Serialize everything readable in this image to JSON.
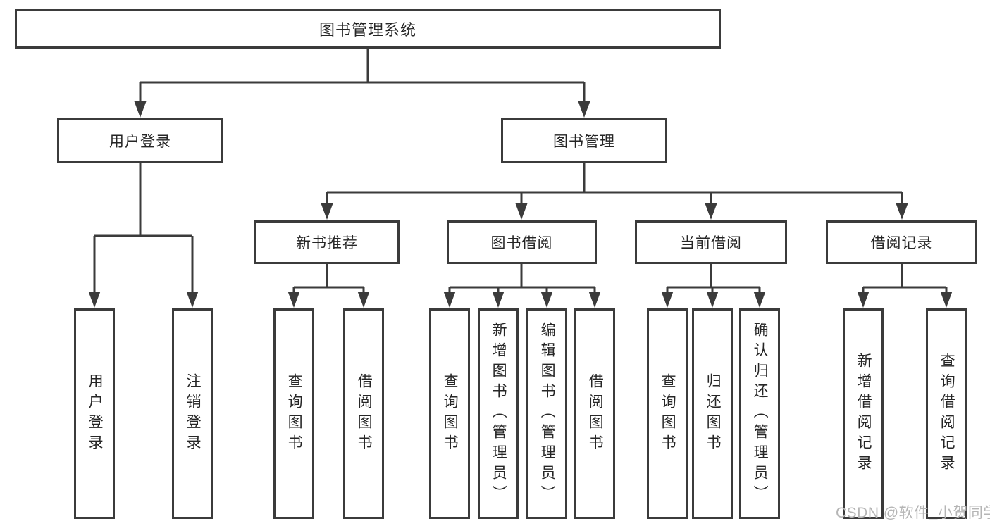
{
  "tree": {
    "label": "图书管理系统",
    "children": [
      {
        "label": "用户登录",
        "children": [
          {
            "label": "用户登录"
          },
          {
            "label": "注销登录"
          }
        ]
      },
      {
        "label": "图书管理",
        "children": [
          {
            "label": "新书推荐",
            "children": [
              {
                "label": "查询图书"
              },
              {
                "label": "借阅图书"
              }
            ]
          },
          {
            "label": "图书借阅",
            "children": [
              {
                "label": "查询图书"
              },
              {
                "label": "新增图书（管理员）"
              },
              {
                "label": "编辑图书（管理员）"
              },
              {
                "label": "借阅图书"
              }
            ]
          },
          {
            "label": "当前借阅",
            "children": [
              {
                "label": "查询图书"
              },
              {
                "label": "归还图书"
              },
              {
                "label": "确认归还（管理员）"
              }
            ]
          },
          {
            "label": "借阅记录",
            "children": [
              {
                "label": "新增借阅记录"
              },
              {
                "label": "查询借阅记录"
              }
            ]
          }
        ]
      }
    ]
  },
  "watermark": {
    "text": "CSDN @软件_小贺同学"
  },
  "colors": {
    "line": "#3b3b3b",
    "box_border": "#3b3b3b",
    "text": "#262626",
    "watermark": "#b5b5b5",
    "background": "#ffffff"
  }
}
